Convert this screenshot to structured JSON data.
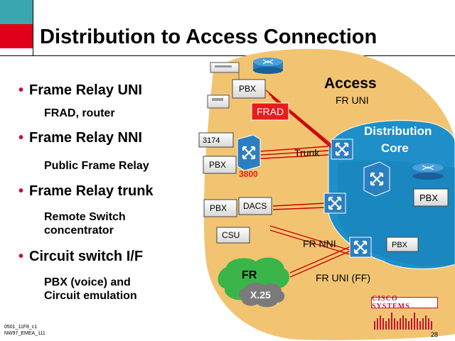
{
  "slide": {
    "title": "Distribution to Access Connection",
    "page_number": "28",
    "footer_lines": [
      "0501_11F8_c1",
      "NW97_EMEA_111"
    ],
    "logo_text": "Cisco Systems"
  },
  "bullets": [
    {
      "main": "Frame Relay UNI",
      "sub": [
        "FRAD, router"
      ]
    },
    {
      "main": "Frame Relay NNI",
      "sub": [
        "Public Frame Relay"
      ]
    },
    {
      "main": "Frame Relay trunk",
      "sub": [
        "Remote Switch",
        "concentrator"
      ]
    },
    {
      "main": "Circuit switch I/F",
      "sub": [
        "PBX (voice) and",
        "Circuit emulation"
      ]
    }
  ],
  "diagram": {
    "access_label": "Access",
    "fr_uni_label": "FR UNI",
    "distribution_core_label": [
      "Distribution",
      "Core"
    ],
    "trunk_label": "Trunk",
    "frad_label": "FRAD",
    "pbx_label": "PBX",
    "box_3174_label": "3174",
    "label_3800": "3800",
    "dacs_label": "DACS",
    "csu_label": "CSU",
    "fr_nni_label": "FR NNI",
    "fr_label": "FR",
    "x25_label": "X.25",
    "fr_uni_ff_label": "FR UNI (FF)"
  },
  "colors": {
    "access_area": "#f2c472",
    "core_area": "#1e8fc8",
    "bullet": "#c8102e",
    "switch_blue": "#2a7fc0",
    "red_link": "#cc0000",
    "corner_teal": "#3aa7b0",
    "corner_red": "#e0001a"
  }
}
